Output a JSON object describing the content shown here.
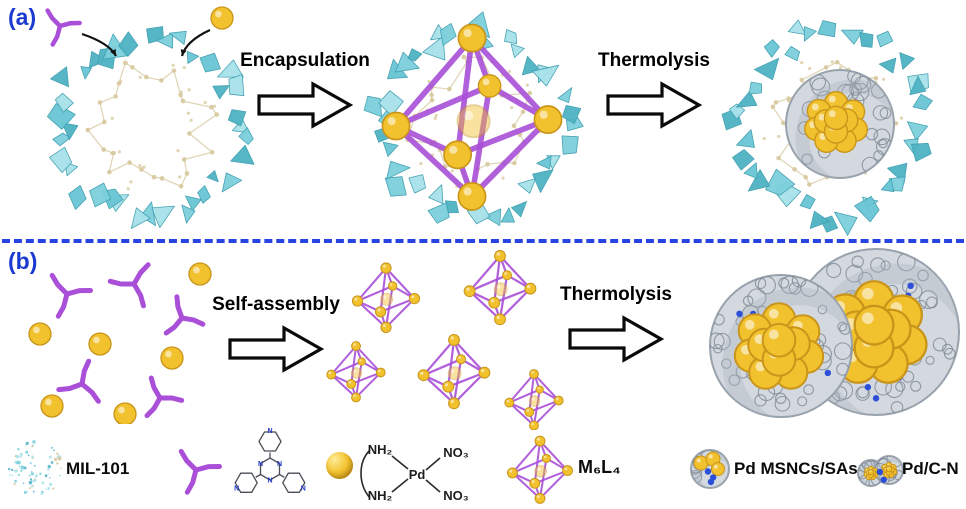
{
  "colors": {
    "teal": "#7ccfdc",
    "teal_dark": "#4fb3c4",
    "teal_light": "#a8e2ea",
    "tan": "#d8c9a0",
    "purple": "#a94fd8",
    "gold": "#f2c12e",
    "gold_dark": "#c8951a",
    "blue_label": "#1b3bd0",
    "divider_blue": "#2743e2",
    "shell_gray": "#d3d9df",
    "shell_edge": "#98a2ac",
    "nitrogen_blue": "#2b4fd7"
  },
  "panel_a": {
    "label": "(a)",
    "steps": [
      {
        "label": "Encapsulation"
      },
      {
        "label": "Thermolysis"
      }
    ]
  },
  "panel_b": {
    "label": "(b)",
    "steps": [
      {
        "label": "Self-assembly"
      },
      {
        "label": "Thermolysis"
      }
    ]
  },
  "legend": {
    "mil101": "MIL-101",
    "cage": "M₆L₄",
    "msnc": "Pd MSNCs/SAs",
    "pdcn": "Pd/C-N",
    "atom_n": "N",
    "complex": {
      "amine": "NH₂",
      "metal": "Pd",
      "nitrate": "NO₃"
    }
  },
  "icons": {
    "arrow": "block-right-arrow",
    "ligand": "purple-tripod-ligand",
    "metal_precursor": "gold-sphere",
    "cage": "octahedral-m6l4-cage",
    "framework": "mil101-cage-ring",
    "shell": "carbon-shell-sphere",
    "cluster": "pd-nanocluster-raspberry"
  }
}
